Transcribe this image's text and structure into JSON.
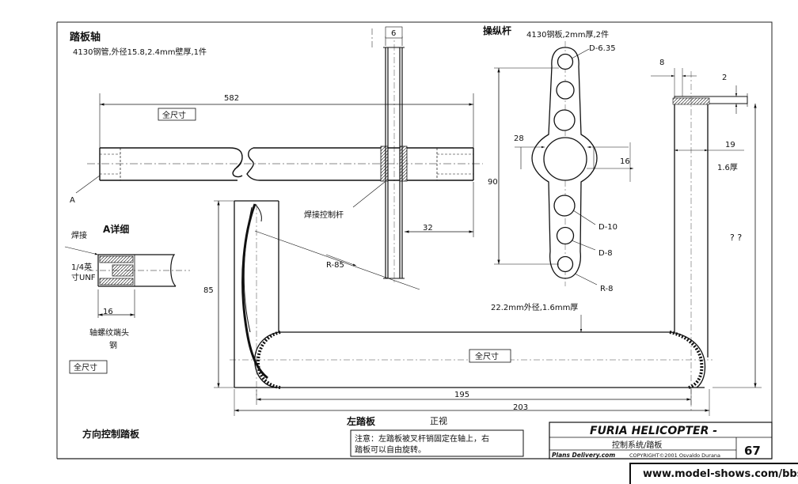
{
  "sections": {
    "pedal_shaft": {
      "title": "踏板轴",
      "spec": "4130钢管,外径15.8,2.4mm壁厚,1件",
      "len_dim": "582",
      "full_scale": "全尺寸",
      "label_a": "A",
      "weld_lever": "焊接控制杆",
      "dim_6": "6",
      "dim_32": "32"
    },
    "detail_a": {
      "title": "A详细",
      "weld": "焊接",
      "thread_1": "1/4英",
      "thread_2": "寸UNF",
      "dim_16": "16",
      "note_1": "轴螺纹端头",
      "note_2": "钢",
      "full_scale": "全尺寸"
    },
    "control_lever": {
      "title": "操纵杆",
      "spec": "4130钢板,2mm厚,2件",
      "d635": "D-6.35",
      "d28": "28",
      "d90": "90",
      "d16": "16",
      "d10": "D-10",
      "d8": "D-8",
      "r8": "R-8"
    },
    "left_pedal": {
      "r85": "R-85",
      "h85": "85",
      "tube_spec": "22.2mm外径,1.6mm厚",
      "full_scale": "全尺寸",
      "w195": "195",
      "w203": "203",
      "d8": "8",
      "d2": "2",
      "d19": "19",
      "thick": "1.6厚",
      "unknown": "? ?",
      "title": "左踏板",
      "view": "正视"
    },
    "assembly_title": "方向控制踏板",
    "note": {
      "line1": "注意：左踏板被叉杆销固定在轴上，右",
      "line2": "踏板可以自由旋转。"
    },
    "title_block": {
      "project": "FURIA HELICOPTER -",
      "sheet_name": "控制系统/踏板",
      "page": "67",
      "publisher": "Plans Delivery.com",
      "copyright": "COPYRIGHT©2001 Osvaldo Durana"
    },
    "watermark": "www.model-shows.com/bbs"
  }
}
